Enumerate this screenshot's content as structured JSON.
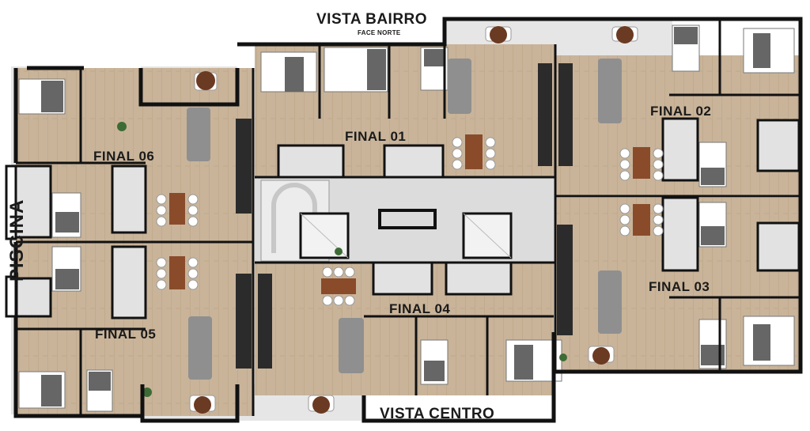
{
  "labels": {
    "top": "VISTA BAIRRO",
    "top_sub": "FACE NORTE",
    "bottom": "VISTA CENTRO",
    "side": "PISCINA"
  },
  "units": [
    {
      "name": "FINAL 01"
    },
    {
      "name": "FINAL 02"
    },
    {
      "name": "FINAL 03"
    },
    {
      "name": "FINAL 04"
    },
    {
      "name": "FINAL 05"
    },
    {
      "name": "FINAL 06"
    }
  ],
  "colors": {
    "wood_floor": "#c9b49a",
    "tile_floor": "#dcdcdc",
    "wall": "#111111",
    "kitchen": "#2b2b2b",
    "sofa": "#8f8f8f",
    "table": "#8a4b2a",
    "chair": "#ffffff",
    "plant": "#3d6b35",
    "balcony_table": "#6b3a22"
  }
}
